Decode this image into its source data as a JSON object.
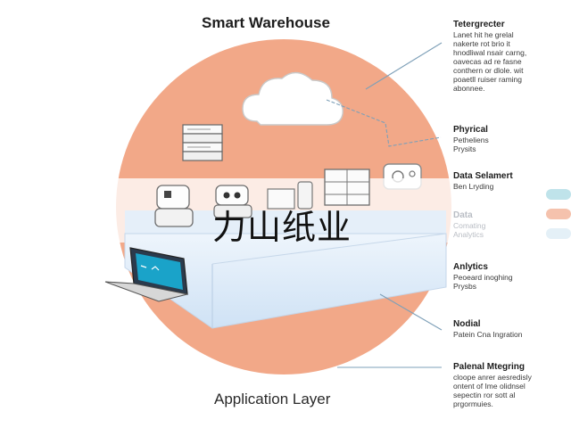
{
  "title": "Smart Warehouse",
  "footer_label": "Application Layer",
  "watermark": "力山纸业",
  "annotations": [
    {
      "heading": "Tetergrecter",
      "lines": [
        "Lanet hit he grelal",
        "nakerte rot brio it",
        "hnodliwal nsair carng,",
        "oavecas ad re fasne",
        "conthern or dlole. wit",
        "poaetll ruiser raming",
        "abonnee."
      ]
    },
    {
      "heading": "Phyrical",
      "lines": [
        "Petheliens",
        "Prysits"
      ]
    },
    {
      "heading": "Data Selamert",
      "lines": [
        "Ben Lryding"
      ]
    },
    {
      "heading": "Data",
      "lines": [
        "Comating",
        "Analytics"
      ]
    },
    {
      "heading": "Anlytics",
      "lines": [
        "Peoeard inoghing",
        "Prysbs"
      ]
    },
    {
      "heading": "Nodial",
      "lines": [
        "Patein Cna Ingration"
      ]
    },
    {
      "heading": "Palenal Mtegring",
      "lines": [
        "cloope anrer aesredisly",
        "ontent of Ime olidnsel",
        "sepectin ror sott al",
        "prgormuies."
      ]
    }
  ],
  "colors": {
    "disc": "#f2a888",
    "box": "#d9e8f7",
    "band": "#ffffff",
    "accent_teal": "#bfe3ea",
    "accent_salmon": "#f5c2ad"
  }
}
